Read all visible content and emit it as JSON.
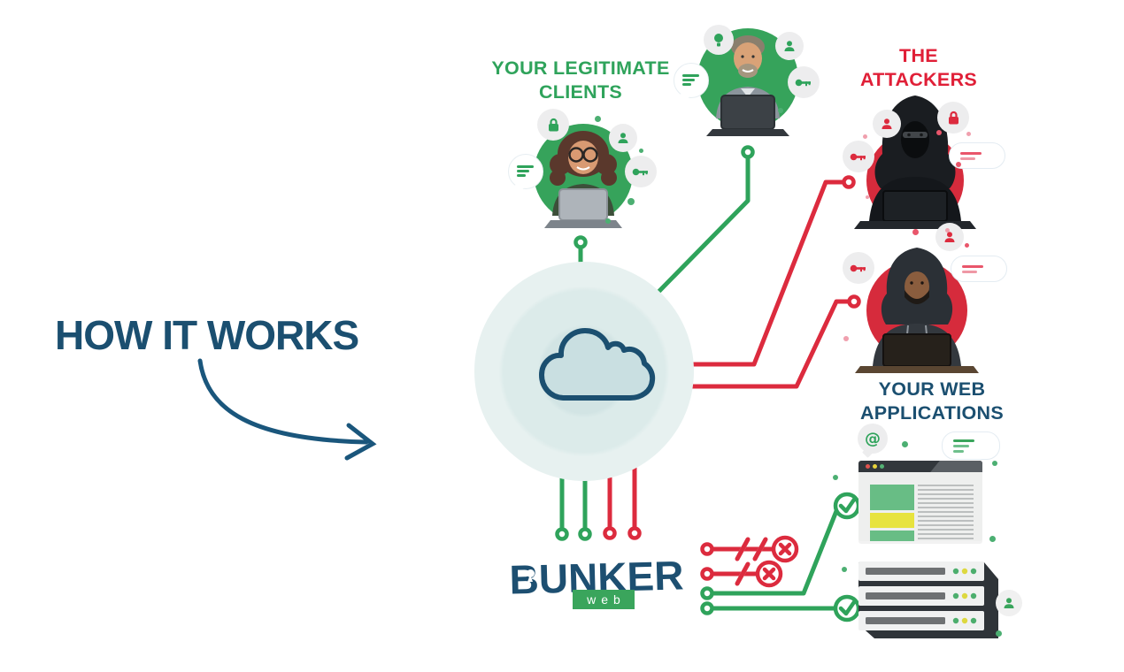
{
  "title": "HOW IT WORKS",
  "labels": {
    "clients": [
      "YOUR LEGITIMATE",
      "CLIENTS"
    ],
    "attackers": [
      "THE",
      "ATTACKERS"
    ],
    "webapps": [
      "YOUR WEB",
      "APPLICATIONS"
    ]
  },
  "logo": {
    "name": "BUNKER",
    "sub": "web"
  },
  "colors": {
    "green": "#2fa35b",
    "red": "#dc2b3e",
    "dark_blue": "#1b4f70",
    "cloud_fill": "#c9dfe1",
    "halo_teal": "#d2e4e4",
    "browser_block_green": "#68bd85",
    "browser_block_yellow": "#e7e33e",
    "led_green": "#4cae6d",
    "led_yellow": "#ddd83f"
  },
  "figures": {
    "client_woman": {
      "badge_icons": [
        "lock",
        "user",
        "key",
        "chat"
      ]
    },
    "client_man": {
      "badge_icons": [
        "bulb",
        "user",
        "key",
        "chat"
      ]
    },
    "attacker_top": {
      "badge_icons": [
        "user",
        "lock",
        "key",
        "chat"
      ]
    },
    "attacker_bottom": {
      "badge_icons": [
        "user",
        "key",
        "chat"
      ]
    },
    "web_apps": {
      "badge_icons": [
        "at",
        "chat",
        "user"
      ]
    }
  },
  "flow_markers": {
    "blocked": "x-cross",
    "allowed": "check"
  }
}
